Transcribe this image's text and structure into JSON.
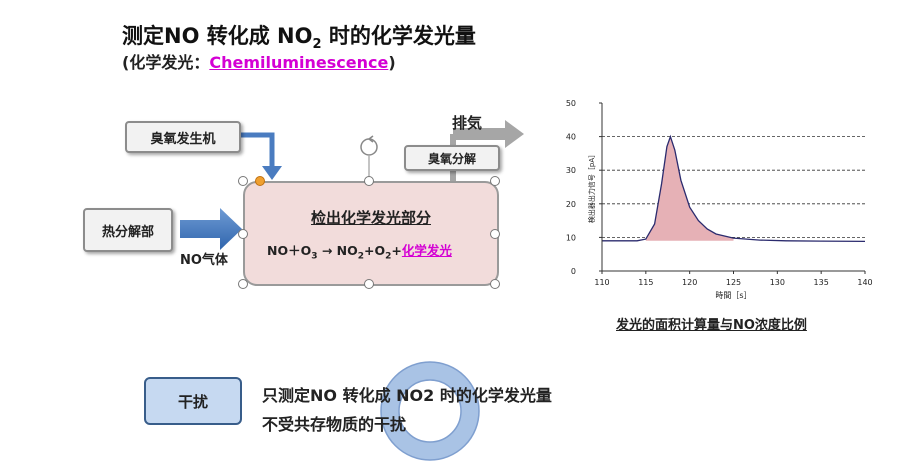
{
  "slide": {
    "title_part1": "测定NO 转化成 NO",
    "title_sub": "2",
    "title_part2": " 时的化学发光量",
    "subtitle_open": "(化学发光：",
    "subtitle_en": "Chemiluminescence",
    "subtitle_close": ")"
  },
  "diagram": {
    "ozone_generator": "臭氧发生机",
    "thermal_decomp": "热分解部",
    "no_gas": "NO气体",
    "ozone_decomposer": "臭氧分解",
    "exhaust": "排気",
    "detector_title": "检出化学发光部分",
    "eq_no": "NO＋O",
    "eq_3": "3",
    "eq_arrow": " → NO",
    "eq_2a": "2",
    "eq_plus": "+O",
    "eq_2b": "2",
    "eq_plus2": "+",
    "eq_light": "化学发光"
  },
  "chart_caption": "发光的面积计算量与NO浓度比例",
  "chart_data": {
    "type": "area",
    "xlabel": "時間［s］",
    "ylabel": "検出器出力信号［pA］",
    "xlim": [
      110,
      140
    ],
    "ylim": [
      0,
      50
    ],
    "xticks": [
      "110",
      "115",
      "120",
      "125",
      "130",
      "135",
      "140"
    ],
    "yticks": [
      "0",
      "10",
      "20",
      "30",
      "40",
      "50"
    ],
    "grid": "dashed horizontal at 10,20,30,40",
    "series": [
      {
        "x": [
          110,
          114,
          115,
          116,
          116.8,
          117.4,
          117.8,
          118.3,
          119,
          120,
          121,
          122,
          123,
          125,
          128,
          131,
          135,
          140
        ],
        "values": [
          9,
          9,
          9.5,
          14,
          26,
          37,
          40,
          36,
          27,
          19,
          15,
          12.5,
          11,
          9.8,
          9.2,
          9,
          8.9,
          8.8
        ]
      }
    ],
    "fill_color": "#e6b1b6",
    "line_color": "#2b2b6e"
  },
  "bottom": {
    "interference_label": "干扰",
    "note_line1": "只测定NO 转化成 NO2 时的化学发光量",
    "note_line2": "不受共存物质的干扰"
  }
}
